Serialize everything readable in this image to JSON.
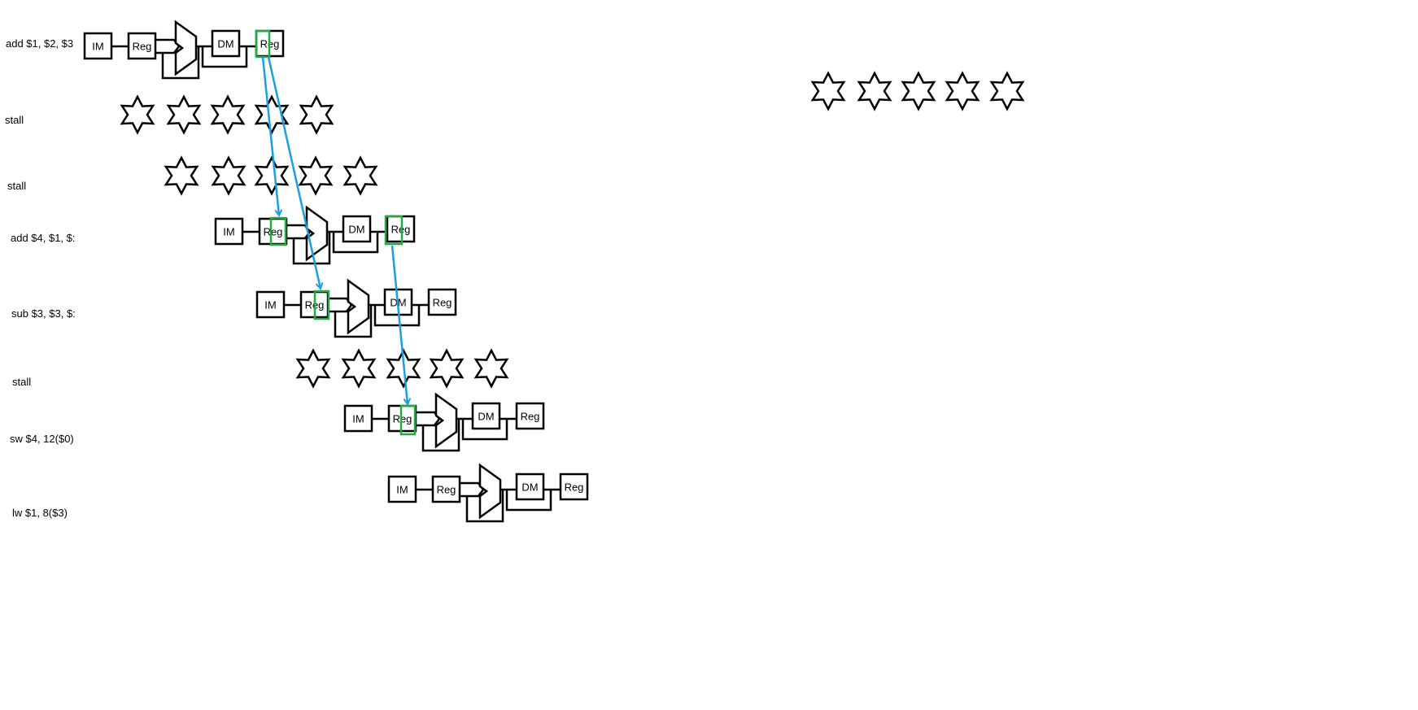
{
  "instructions": [
    {
      "label": "add $1, $2, $3",
      "kind": "pipe"
    },
    {
      "label": "stall",
      "kind": "stall"
    },
    {
      "label": "stall",
      "kind": "stall"
    },
    {
      "label": "add $4, $1, $:",
      "kind": "pipe"
    },
    {
      "label": "sub $3, $3, $:",
      "kind": "pipe"
    },
    {
      "label": "stall",
      "kind": "stall"
    },
    {
      "label": "sw $4, 12($0)",
      "kind": "pipe"
    },
    {
      "label": "lw $1, 8($3)",
      "kind": "pipe"
    }
  ],
  "stages": {
    "im": "IM",
    "reg": "Reg",
    "dm": "DM",
    "wb": "Reg"
  },
  "colors": {
    "highlight": "#22aa44",
    "forward_arrow": "#1aa0e0",
    "stroke": "#000000"
  },
  "icons": {
    "stall": "six-point-star-icon",
    "alu": "alu-icon"
  }
}
